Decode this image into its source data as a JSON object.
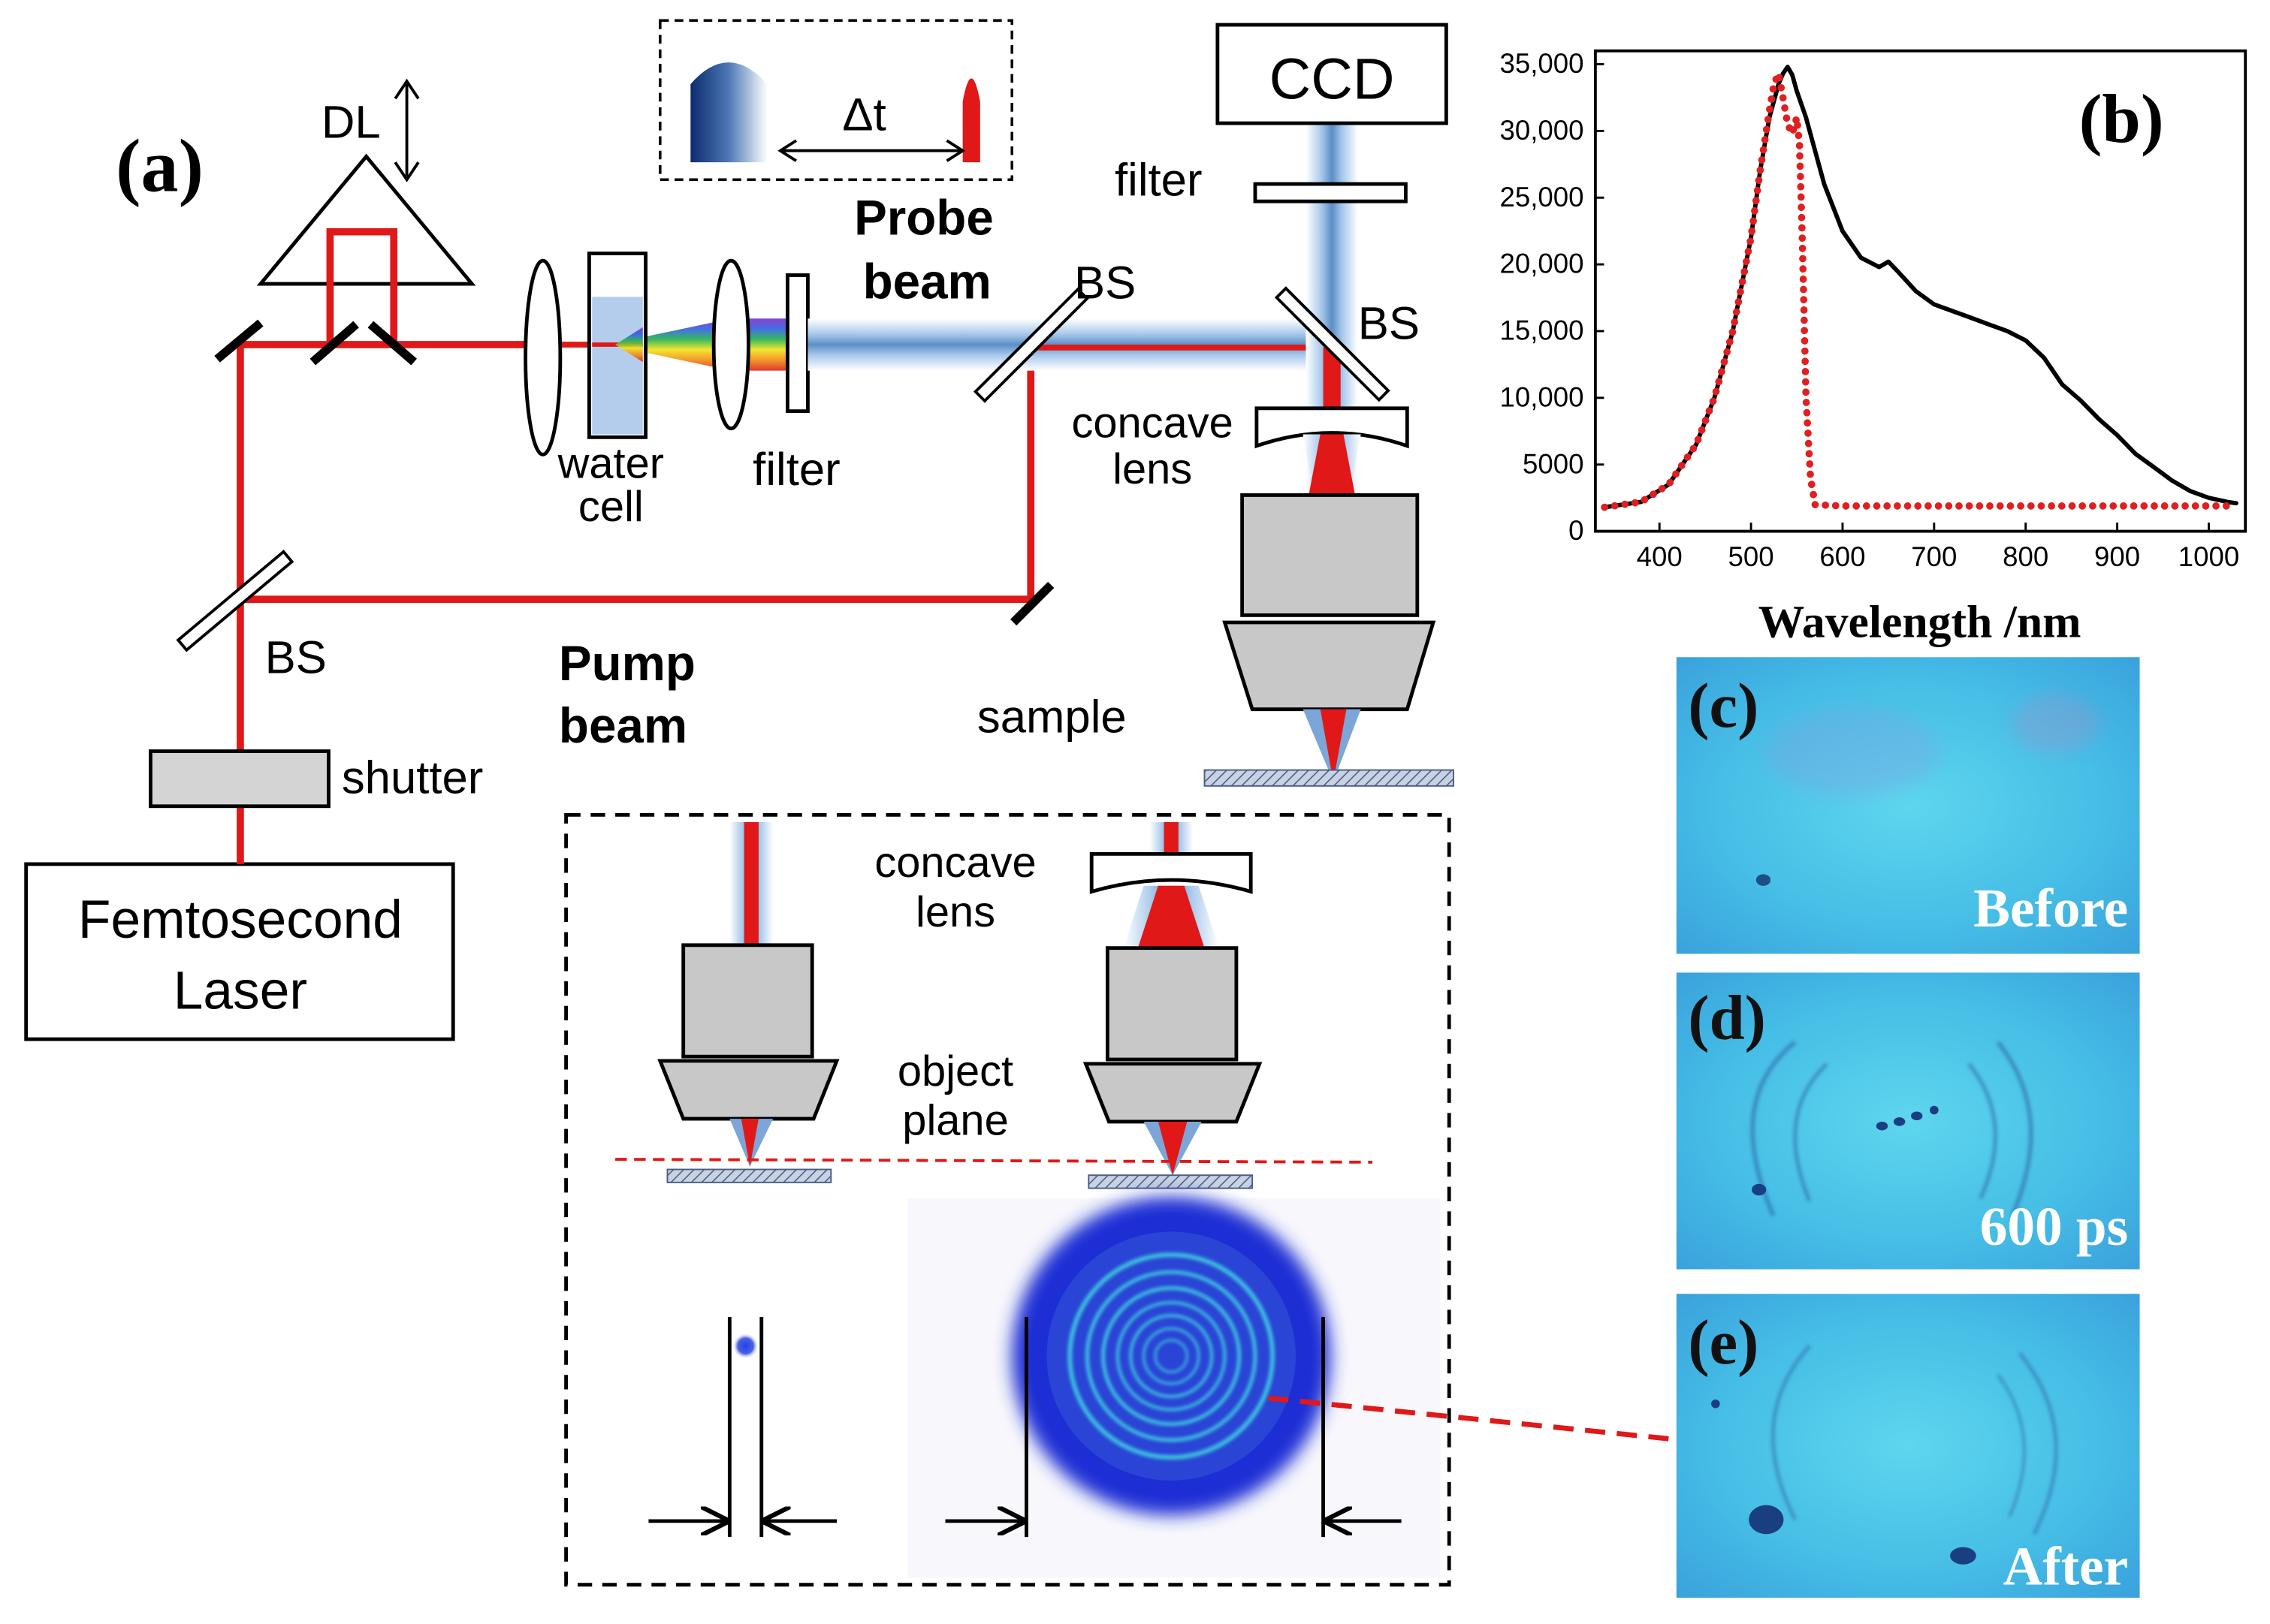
{
  "panel_a": {
    "label": "(a)",
    "dl_label": "DL",
    "delta_t": "Δt",
    "probe_beam": [
      "Probe",
      "beam"
    ],
    "pump_beam": [
      "Pump",
      "beam"
    ],
    "bs_labels": [
      "BS",
      "BS",
      "BS"
    ],
    "filter_labels": [
      "filter",
      "filter"
    ],
    "water_cell": [
      "water",
      "cell"
    ],
    "ccd": "CCD",
    "concave_lens": [
      "concave",
      "lens"
    ],
    "sample": "sample",
    "shutter": "shutter",
    "laser": [
      "Femtosecond",
      "Laser"
    ],
    "inset": {
      "concave_lens": [
        "concave",
        "lens"
      ],
      "object_plane": [
        "object",
        "plane"
      ]
    }
  },
  "panel_b": {
    "label": "(b)",
    "chart_data": {
      "type": "line",
      "xlabel": "Wavelength /nm",
      "ylabel": "",
      "xlim": [
        330,
        1040
      ],
      "ylim": [
        0,
        36000
      ],
      "x_ticks": [
        400,
        500,
        600,
        700,
        800,
        900,
        1000
      ],
      "y_ticks": [
        0,
        5000,
        10000,
        15000,
        20000,
        25000,
        30000,
        35000
      ],
      "y_tick_labels": [
        "0",
        "5000",
        "10,000",
        "15,000",
        "20,000",
        "25,000",
        "30,000",
        "35,000"
      ],
      "series": [
        {
          "color": "#000000",
          "style": "solid",
          "x": [
            340,
            380,
            410,
            440,
            460,
            480,
            500,
            510,
            520,
            530,
            535,
            540,
            545,
            550,
            560,
            570,
            580,
            600,
            620,
            640,
            650,
            660,
            680,
            700,
            720,
            740,
            760,
            780,
            800,
            820,
            840,
            860,
            880,
            900,
            920,
            940,
            960,
            980,
            1000,
            1020,
            1030
          ],
          "y": [
            1800,
            2200,
            3500,
            6500,
            10000,
            15000,
            22000,
            27000,
            31000,
            33500,
            34300,
            34800,
            34200,
            33000,
            31000,
            28500,
            26000,
            22500,
            20500,
            19800,
            20200,
            19500,
            18000,
            17000,
            16500,
            16000,
            15500,
            15000,
            14300,
            13000,
            11000,
            9800,
            8400,
            7200,
            5800,
            4800,
            3800,
            3000,
            2500,
            2200,
            2100
          ]
        },
        {
          "color": "#e02020",
          "style": "dotted",
          "x": [
            340,
            380,
            410,
            440,
            460,
            480,
            500,
            510,
            520,
            525,
            530,
            535,
            540,
            545,
            550,
            553,
            556,
            560,
            565,
            570,
            600,
            650,
            700,
            750,
            800,
            850,
            900,
            950,
            1000,
            1030
          ],
          "y": [
            1800,
            2200,
            3500,
            6500,
            10000,
            15000,
            22000,
            27000,
            31500,
            33500,
            34300,
            32500,
            30500,
            29800,
            31000,
            29000,
            22000,
            10000,
            4000,
            2000,
            1900,
            1900,
            1900,
            1900,
            1900,
            1900,
            1900,
            1900,
            1900,
            1900
          ]
        }
      ]
    }
  },
  "panel_c": {
    "label": "(c)",
    "caption": "Before"
  },
  "panel_d": {
    "label": "(d)",
    "caption": "600 ps"
  },
  "panel_e": {
    "label": "(e)",
    "caption": "After"
  }
}
